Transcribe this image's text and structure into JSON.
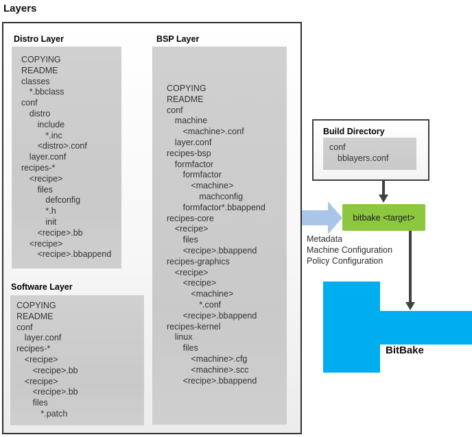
{
  "title": "Layers",
  "layers": {
    "distro": {
      "label": "Distro Layer",
      "items": [
        {
          "t": "COPYING",
          "i": 0
        },
        {
          "t": "README",
          "i": 0
        },
        {
          "t": "classes",
          "i": 0
        },
        {
          "t": "*.bbclass",
          "i": 1
        },
        {
          "t": "conf",
          "i": 0
        },
        {
          "t": "distro",
          "i": 1
        },
        {
          "t": "include",
          "i": 2
        },
        {
          "t": "*.inc",
          "i": 3
        },
        {
          "t": "<distro>.conf",
          "i": 2
        },
        {
          "t": "layer.conf",
          "i": 1
        },
        {
          "t": "recipes-*",
          "i": 0
        },
        {
          "t": "<recipe>",
          "i": 1
        },
        {
          "t": "files",
          "i": 2
        },
        {
          "t": "defconfig",
          "i": 3
        },
        {
          "t": "*.h",
          "i": 3
        },
        {
          "t": "init",
          "i": 3
        },
        {
          "t": "<recipe>.bb",
          "i": 2
        },
        {
          "t": "<recipe>",
          "i": 1
        },
        {
          "t": "<recipe>.bbappend",
          "i": 2
        }
      ]
    },
    "bsp": {
      "label": "BSP Layer",
      "items": [
        {
          "t": "COPYING",
          "i": 0
        },
        {
          "t": "README",
          "i": 0
        },
        {
          "t": "conf",
          "i": 0
        },
        {
          "t": "machine",
          "i": 1
        },
        {
          "t": "<machine>.conf",
          "i": 2
        },
        {
          "t": "layer.conf",
          "i": 1
        },
        {
          "t": "recipes-bsp",
          "i": 0
        },
        {
          "t": "formfactor",
          "i": 1
        },
        {
          "t": "formfactor",
          "i": 2
        },
        {
          "t": "<machine>",
          "i": 3
        },
        {
          "t": "machconfig",
          "i": 4
        },
        {
          "t": "formfactor*.bbappend",
          "i": 2
        },
        {
          "t": "recipes-core",
          "i": 0
        },
        {
          "t": "<recipe>",
          "i": 1
        },
        {
          "t": "files",
          "i": 2
        },
        {
          "t": "<recipe>.bbappend",
          "i": 2
        },
        {
          "t": "recipes-graphics",
          "i": 0
        },
        {
          "t": "<recipe>",
          "i": 1
        },
        {
          "t": "<recipe>",
          "i": 2
        },
        {
          "t": "<machine>",
          "i": 3
        },
        {
          "t": "*.conf",
          "i": 4
        },
        {
          "t": "<recipe>.bbappend",
          "i": 2
        },
        {
          "t": "recipes-kernel",
          "i": 0
        },
        {
          "t": "linux",
          "i": 1
        },
        {
          "t": "files",
          "i": 2
        },
        {
          "t": "<machine>.cfg",
          "i": 3
        },
        {
          "t": "<machine>.scc",
          "i": 3
        },
        {
          "t": "<recipe>.bbappend",
          "i": 2
        }
      ]
    },
    "software": {
      "label": "Software Layer",
      "items": [
        {
          "t": "COPYING",
          "i": 0
        },
        {
          "t": "README",
          "i": 0
        },
        {
          "t": "conf",
          "i": 0
        },
        {
          "t": "layer.conf",
          "i": 1
        },
        {
          "t": "recipes-*",
          "i": 0
        },
        {
          "t": "<recipe>",
          "i": 1
        },
        {
          "t": "<recipe>.bb",
          "i": 2
        },
        {
          "t": "<recipe>",
          "i": 1
        },
        {
          "t": "<recipe>.bb",
          "i": 2
        },
        {
          "t": "files",
          "i": 2
        },
        {
          "t": "*.patch",
          "i": 3
        }
      ]
    }
  },
  "build_directory": {
    "label": "Build Directory",
    "items": [
      {
        "t": "conf",
        "i": 0
      },
      {
        "t": "bblayers.conf",
        "i": 1
      }
    ]
  },
  "bitbake_target": {
    "label": "bitbake <target>",
    "color": "#8DC63F"
  },
  "inputs_note": {
    "line1": "Metadata",
    "line2": "Machine Configuration",
    "line3": "Policy Configuration"
  },
  "bitbake": {
    "label": "BitBake",
    "color": "#00AEEF"
  },
  "colors": {
    "flow_arrow_blue": "#A9C6E8",
    "dark_arrow": "#404040"
  }
}
